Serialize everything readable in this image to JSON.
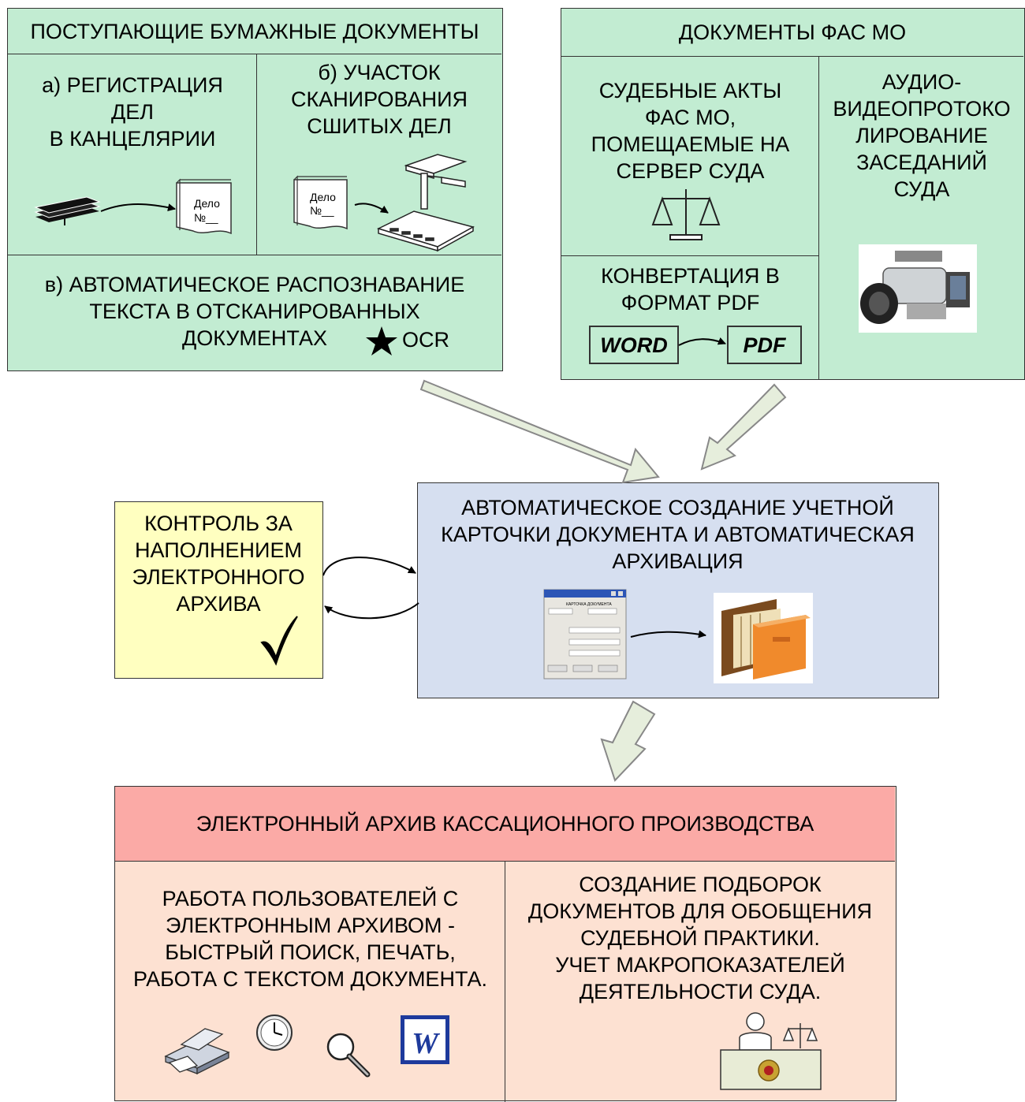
{
  "incoming": {
    "title": "ПОСТУПАЮЩИЕ БУМАЖНЫЕ ДОКУМЕНТЫ",
    "registration": "а) РЕГИСТРАЦИЯ\nДЕЛ\nВ КАНЦЕЛЯРИИ",
    "scanning": "б) УЧАСТОК\nСКАНИРОВАНИЯ\nСШИТЫХ ДЕЛ",
    "case_label_1": "Дело\n№__",
    "case_label_2": "Дело\n№__",
    "ocr_text": "в) АВТОМАТИЧЕСКОЕ РАСПОЗНАВАНИЕ\nТЕКСТА В ОТСКАНИРОВАННЫХ\nДОКУМЕНТАХ",
    "ocr_label": "OCR"
  },
  "fas": {
    "title": "ДОКУМЕНТЫ ФАС МО",
    "court_acts": "СУДЕБНЫЕ АКТЫ\nФАС МО,\nПОМЕЩАЕМЫЕ НА\nСЕРВЕР СУДА",
    "conversion": "КОНВЕРТАЦИЯ В\nФОРМАТ PDF",
    "word": "WORD",
    "pdf": "PDF",
    "av": "АУДИО-\nВИДЕОПРОТОКО\nЛИРОВАНИЕ\nЗАСЕДАНИЙ\nСУДА"
  },
  "control": {
    "text": "КОНТРОЛЬ ЗА\nНАПОЛНЕНИЕМ\nЭЛЕКТРОННОГО\nАРХИВА"
  },
  "auto": {
    "text": "АВТОМАТИЧЕСКОЕ СОЗДАНИЕ УЧЕТНОЙ\nКАРТОЧКИ ДОКУМЕНТА И АВТОМАТИЧЕСКАЯ\nАРХИВАЦИЯ",
    "card_title": "КАРТОЧКА ДОКУМЕНТА"
  },
  "archive": {
    "title": "ЭЛЕКТРОННЫЙ АРХИВ КАССАЦИОННОГО ПРОИЗВОДСТВА",
    "users": "РАБОТА ПОЛЬЗОВАТЕЛЕЙ С\nЭЛЕКТРОННЫМ АРХИВОМ -\nБЫСТРЫЙ ПОИСК, ПЕЧАТЬ,\nРАБОТА С ТЕКСТОМ ДОКУМЕНТА.",
    "practice": "СОЗДАНИЕ ПОДБОРОК\nДОКУМЕНТОВ ДЛЯ ОБОБЩЕНИЯ\nСУДЕБНОЙ ПРАКТИКИ.\nУЧЕТ МАКРОПОКАЗАТЕЛЕЙ\nДЕЯТЕЛЬНОСТИ СУДА."
  },
  "colors": {
    "green": "#c2ecd2",
    "blue": "#d6dff0",
    "yellow": "#ffffc0",
    "red_header": "#fbaaa6",
    "peach": "#fde1d2",
    "arrow_fill": "#e6eedc"
  }
}
